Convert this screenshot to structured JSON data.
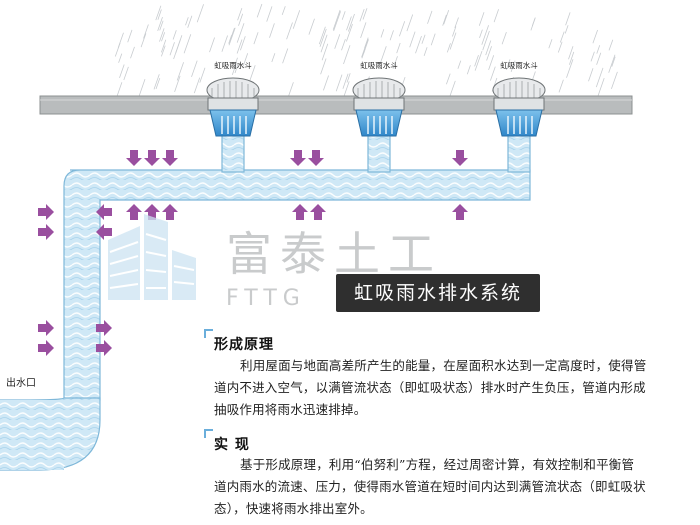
{
  "drain_label": "虹吸雨水斗",
  "outlet_label": "出水口",
  "banner_title": "虹吸雨水排水系统",
  "watermark": {
    "brand_cn": "富泰土工",
    "brand_en": "FTTG"
  },
  "sections": [
    {
      "title": "形成原理",
      "lines": [
        "利用屋面与地面高差所产生的能量，在屋面积水达到一定高度时，使得管",
        "道内不进入空气，以满管流状态（即虹吸状态）排水时产生负压，管道内形成",
        "抽吸作用将雨水迅速排掉。"
      ]
    },
    {
      "title": "实    现",
      "lines": [
        "基于形成原理，利用“伯努利”方程，经过周密计算，有效控制和平衡管",
        "道内雨水的流速、压力，使得雨水管道在短时间内达到满管流状态（即虹吸状",
        "态），快速将雨水排出室外。"
      ]
    }
  ],
  "colors": {
    "pipe": "#bfe0f2",
    "pipe_edge": "#7fb8d9",
    "arrow": "#9a4f9f",
    "roof": "#b9bcbd",
    "drain_blue": "#4a9fd8",
    "banner": "#2f2f2f"
  }
}
